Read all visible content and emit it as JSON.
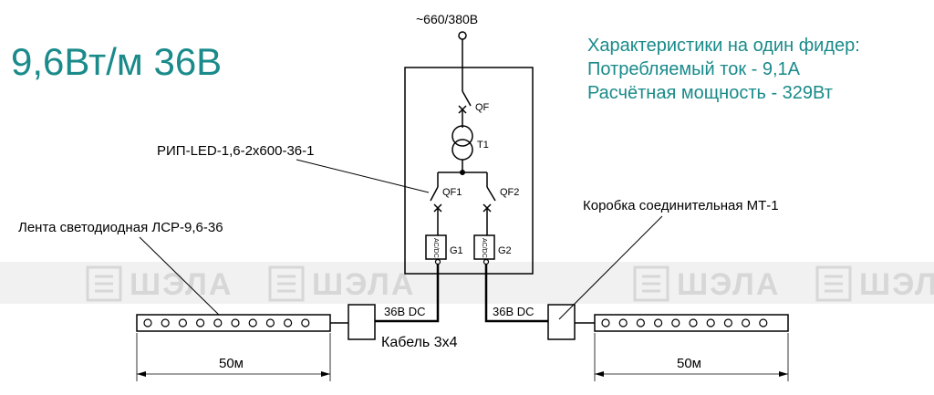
{
  "title": "9,6Вт/м 36В",
  "specs": {
    "heading": "Характеристики на один фидер:",
    "current": "Потребляемый ток - 9,1А",
    "power": "Расчётная мощность - 329Вт"
  },
  "supply_label": "~660/380В",
  "device_label": "РИП-LED-1,6-2x600-36-1",
  "strip_label": "Лента светодиодная ЛСР-9,6-36",
  "junction_label": "Коробка соединительная МТ-1",
  "cable_label": "Кабель 3х4",
  "dc_label_left": "36В DC",
  "dc_label_right": "36В DC",
  "component_labels": {
    "qf": "QF",
    "t1": "T1",
    "qf1": "QF1",
    "qf2": "QF2",
    "g1": "G1",
    "g2": "G2",
    "acdc": "AC/DC"
  },
  "dimension_left": "50м",
  "dimension_right": "50м",
  "watermark": "ШЭЛА",
  "colors": {
    "accent": "#1a8a8a",
    "line": "#000000",
    "watermark": "#d7d7d7"
  }
}
